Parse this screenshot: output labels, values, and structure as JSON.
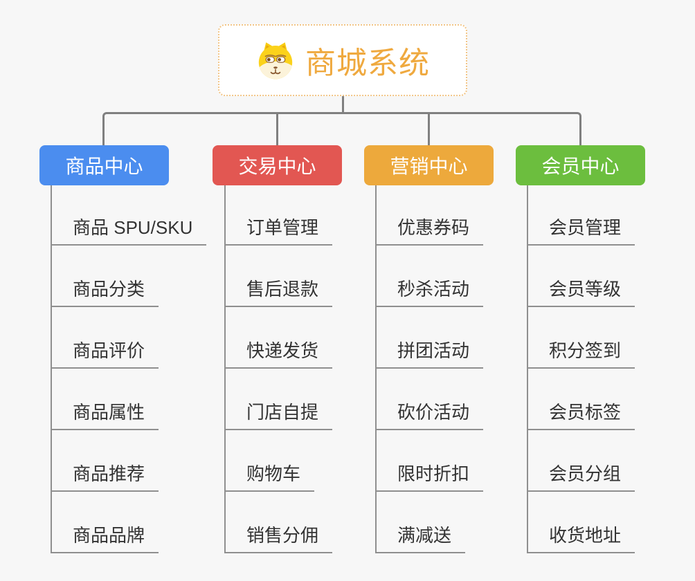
{
  "root": {
    "title": "商城系统",
    "icon": "dog-face-icon",
    "title_color": "#EFA93F",
    "border_color": "#F2C586",
    "background": "#FFFFFF"
  },
  "connector_color": "#808080",
  "canvas_background": "#F7F7F7",
  "branches": [
    {
      "title": "商品中心",
      "color": "#4B8DEF",
      "children": [
        "商品 SPU/SKU",
        "商品分类",
        "商品评价",
        "商品属性",
        "商品推荐",
        "商品品牌"
      ]
    },
    {
      "title": "交易中心",
      "color": "#E25752",
      "children": [
        "订单管理",
        "售后退款",
        "快递发货",
        "门店自提",
        "购物车",
        "销售分佣"
      ]
    },
    {
      "title": "营销中心",
      "color": "#EDA93C",
      "children": [
        "优惠券码",
        "秒杀活动",
        "拼团活动",
        "砍价活动",
        "限时折扣",
        "满减送"
      ]
    },
    {
      "title": "会员中心",
      "color": "#6CBE3E",
      "children": [
        "会员管理",
        "会员等级",
        "积分签到",
        "会员标签",
        "会员分组",
        "收货地址"
      ]
    }
  ]
}
